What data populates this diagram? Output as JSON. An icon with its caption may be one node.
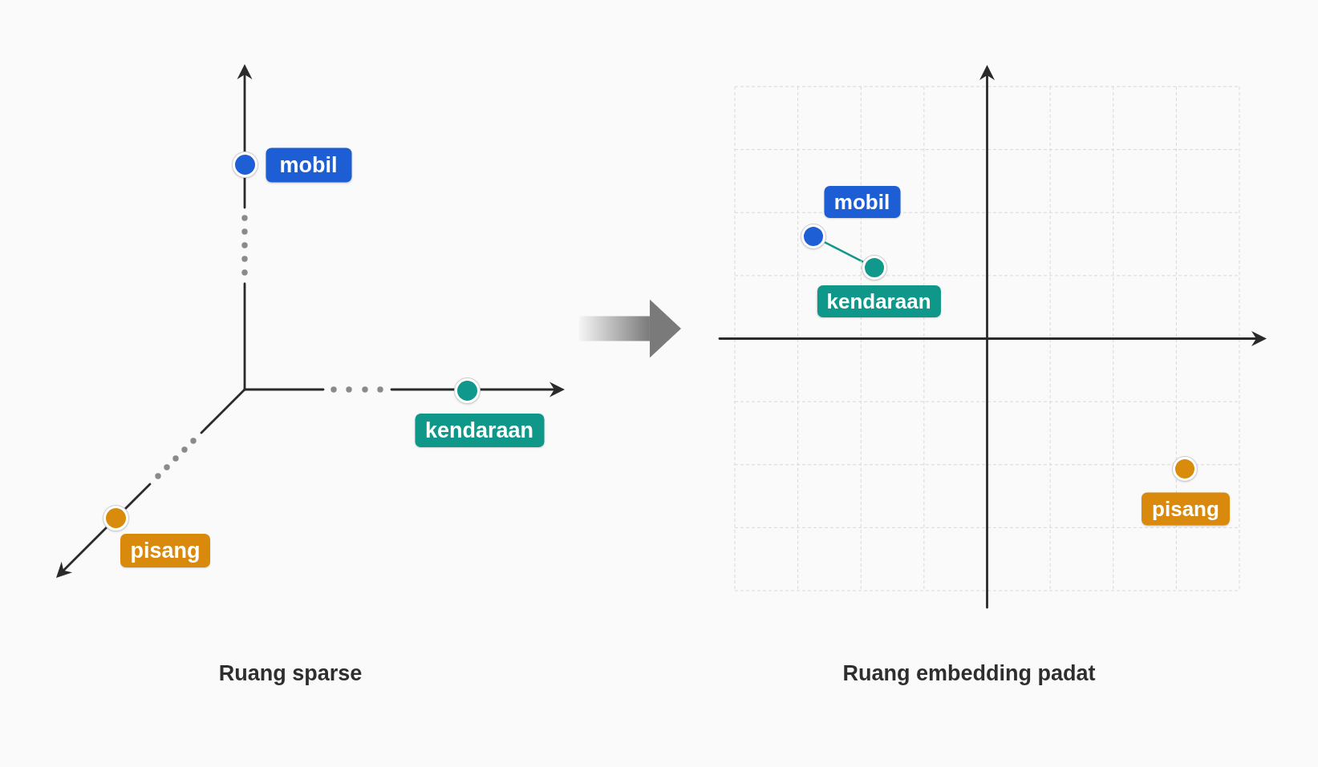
{
  "diagram": {
    "nodes": [
      {
        "text": [
          "Ruang sparse"
        ]
      },
      {
        "text": [],
        "shape": "circle",
        "in": 0
      },
      {
        "text": [
          "mobil"
        ],
        "in": 0
      },
      {
        "text": [],
        "shape": "circle",
        "in": 0
      },
      {
        "text": [
          "kendaraan"
        ],
        "in": 0
      },
      {
        "text": [],
        "shape": "circle",
        "in": 0
      },
      {
        "text": [
          "pisang"
        ],
        "in": 0
      },
      {
        "text": [
          "Ruang embedding padat"
        ]
      },
      {
        "text": [
          "mobil"
        ],
        "in": 7
      },
      {
        "text": [],
        "shape": "circle",
        "in": 7
      },
      {
        "text": [],
        "shape": "circle",
        "in": 7
      },
      {
        "text": [
          "kendaraan"
        ],
        "in": 7
      },
      {
        "text": [],
        "shape": "circle",
        "in": 7
      },
      {
        "text": [
          "pisang"
        ],
        "in": 7
      }
    ],
    "edges": [
      {
        "from": 0,
        "to": 7,
        "arrow": "to",
        "style": "thick",
        "color": "#7a7a7a"
      },
      {
        "from": 9,
        "to": 10,
        "arrow": "none",
        "color": "#14968c"
      }
    ]
  }
}
